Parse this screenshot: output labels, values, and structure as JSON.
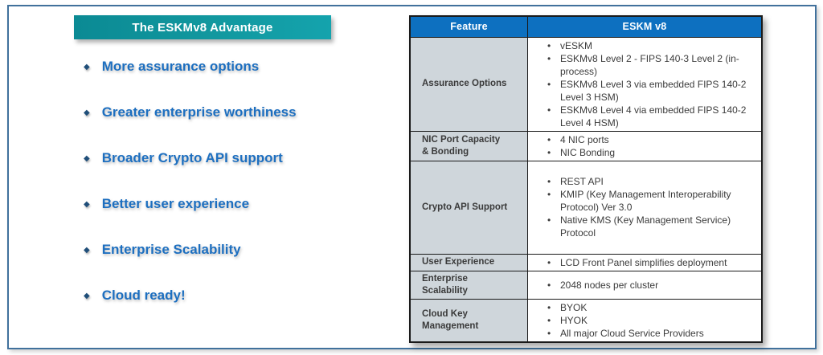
{
  "left_panel": {
    "title": "The ESKMv8 Advantage",
    "bullet_glyph": "◆",
    "bullets": [
      "More assurance options",
      "Greater enterprise worthiness",
      "Broader Crypto API support",
      "Better user experience",
      "Enterprise Scalability",
      "Cloud ready!"
    ]
  },
  "table": {
    "headers": [
      "Feature",
      "ESKM v8"
    ],
    "rows": [
      {
        "feature": "Assurance Options",
        "items": [
          "vESKM",
          "ESKMv8 Level 2 - FIPS 140-3 Level 2 (in-process)",
          "ESKMv8 Level 3 via embedded FIPS 140-2 Level 3 HSM)",
          "ESKMv8 Level 4 via embedded FIPS 140-2 Level 4 HSM)"
        ]
      },
      {
        "feature": "NIC Port Capacity\n& Bonding",
        "items": [
          "4 NIC ports",
          "NIC Bonding"
        ]
      },
      {
        "feature": "Crypto API Support",
        "items": [
          "REST API",
          "KMIP (Key Management Interoperability Protocol) Ver 3.0",
          "Native KMS (Key Management Service) Protocol"
        ]
      },
      {
        "feature": "User Experience",
        "items": [
          "LCD Front Panel simplifies deployment"
        ]
      },
      {
        "feature": "Enterprise\nScalability",
        "items": [
          "2048 nodes per cluster"
        ]
      },
      {
        "feature": "Cloud Key Management",
        "items": [
          "BYOK",
          "HYOK",
          "All major Cloud Service Providers"
        ]
      }
    ]
  },
  "colors": {
    "title_bar_teal": "#0F939D",
    "advantage_text_blue": "#1D6FC0",
    "diamond_bullet_navy": "#1F4E79",
    "table_header_blue": "#0D70C0",
    "feature_cell_gray": "#CFD6DB",
    "table_border_black": "#1A1A1A",
    "slide_border_blue": "#41719C"
  }
}
